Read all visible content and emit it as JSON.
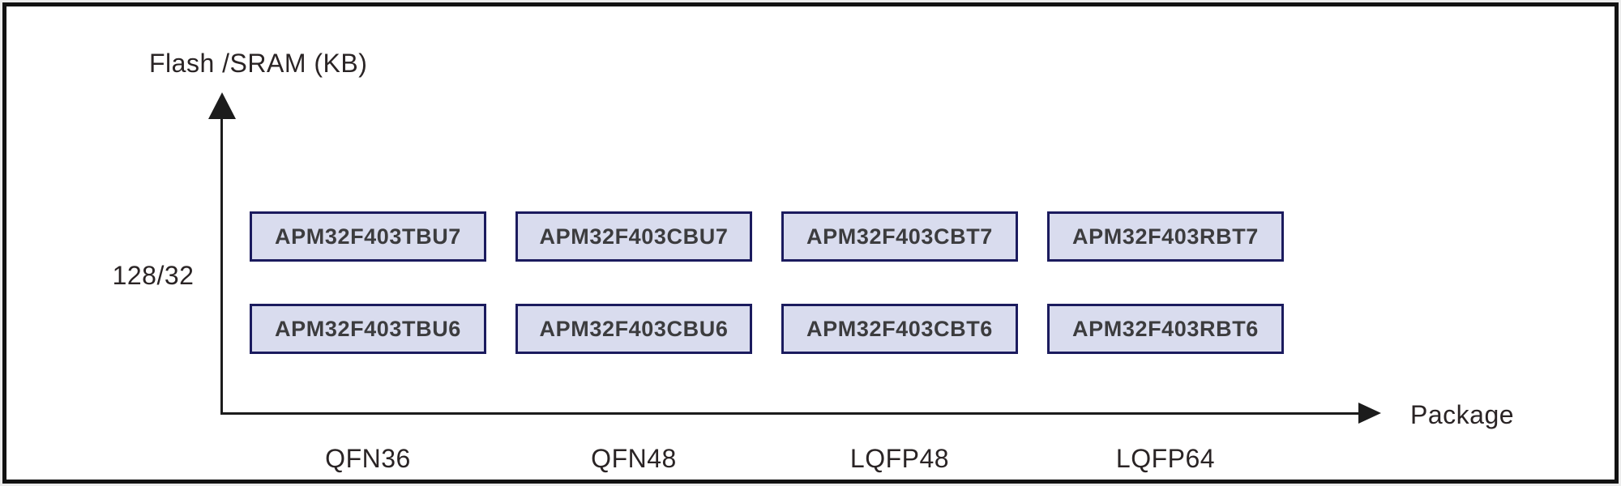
{
  "figure": {
    "y_axis_title": "Flash /SRAM (KB)",
    "x_axis_title": "Package",
    "y_tick": "128/32",
    "x_ticks": [
      "QFN36",
      "QFN48",
      "LQFP48",
      "LQFP64"
    ]
  },
  "colors": {
    "box_fill": "#d9dcee",
    "box_border": "#1b1b5e",
    "axis_ink": "#1c1c1c",
    "label_ink": "#2a2425",
    "part_ink": "#3c3c3e"
  },
  "matrix": {
    "rows": [
      {
        "memory": "128/32",
        "cells": [
          {
            "label": "APM32F403TBU7",
            "package": "QFN36"
          },
          {
            "label": "APM32F403CBU7",
            "package": "QFN48"
          },
          {
            "label": "APM32F403CBT7",
            "package": "LQFP48"
          },
          {
            "label": "APM32F403RBT7",
            "package": "LQFP64"
          }
        ]
      },
      {
        "memory": "128/32",
        "cells": [
          {
            "label": "APM32F403TBU6",
            "package": "QFN36"
          },
          {
            "label": "APM32F403CBU6",
            "package": "QFN48"
          },
          {
            "label": "APM32F403CBT6",
            "package": "LQFP48"
          },
          {
            "label": "APM32F403RBT6",
            "package": "LQFP64"
          }
        ]
      }
    ]
  }
}
